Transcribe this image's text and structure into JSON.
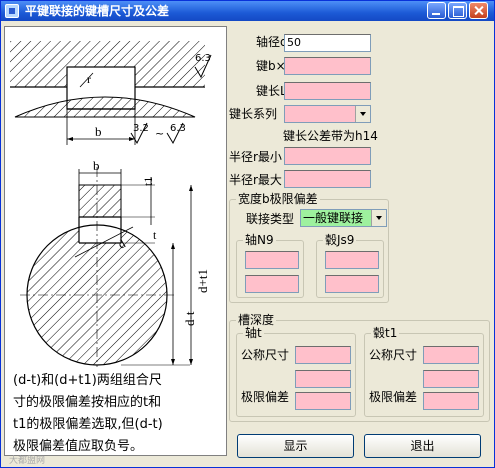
{
  "window": {
    "title": "平键联接的键槽尺寸及公差"
  },
  "diagram": {
    "labels": {
      "r_top": "r",
      "b_top": "b",
      "b_mid": "b",
      "t1": "t1",
      "t": "t",
      "d": "d",
      "d_minus_t": "d-t",
      "d_plus_t1": "d+t1"
    },
    "roughness": {
      "r1": "6.3",
      "r2": "3.2",
      "r3": "6.3"
    }
  },
  "note": {
    "lines": [
      "(d-t)和(d+t1)两组组合尺",
      "寸的极限偏差按相应的t和",
      "t1的极限偏差选取,但(d-t)",
      "极限偏差值应取负号。"
    ]
  },
  "form": {
    "shaft_diameter": {
      "label": "轴径d(mm)",
      "value": "50"
    },
    "key_bh": {
      "label": "键b×h",
      "value": ""
    },
    "key_length": {
      "label": "键长L(mm)",
      "value": ""
    },
    "key_length_series": {
      "label": "键长系列",
      "value": ""
    },
    "tolerance_note": "键长公差带为h14",
    "radius_min": {
      "label": "半径r最小",
      "value": ""
    },
    "radius_max": {
      "label": "半径r最大",
      "value": ""
    }
  },
  "width_group": {
    "title": "宽度b极限偏差",
    "connection_type_label": "联接类型",
    "connection_type_value": "一般键联接",
    "shaft_group": {
      "title": "轴N9",
      "values": [
        "",
        ""
      ]
    },
    "hub_group": {
      "title": "毂Js9",
      "values": [
        "",
        ""
      ]
    }
  },
  "depth_group": {
    "title": "槽深度",
    "shaft": {
      "title": "轴t",
      "nominal_label": "公称尺寸",
      "limit_label": "极限偏差",
      "values": [
        "",
        "",
        ""
      ]
    },
    "hub": {
      "title": "毂t1",
      "nominal_label": "公称尺寸",
      "limit_label": "极限偏差",
      "values": [
        "",
        "",
        ""
      ]
    }
  },
  "buttons": {
    "show": "显示",
    "exit": "退出"
  },
  "watermark": "大都盟网"
}
